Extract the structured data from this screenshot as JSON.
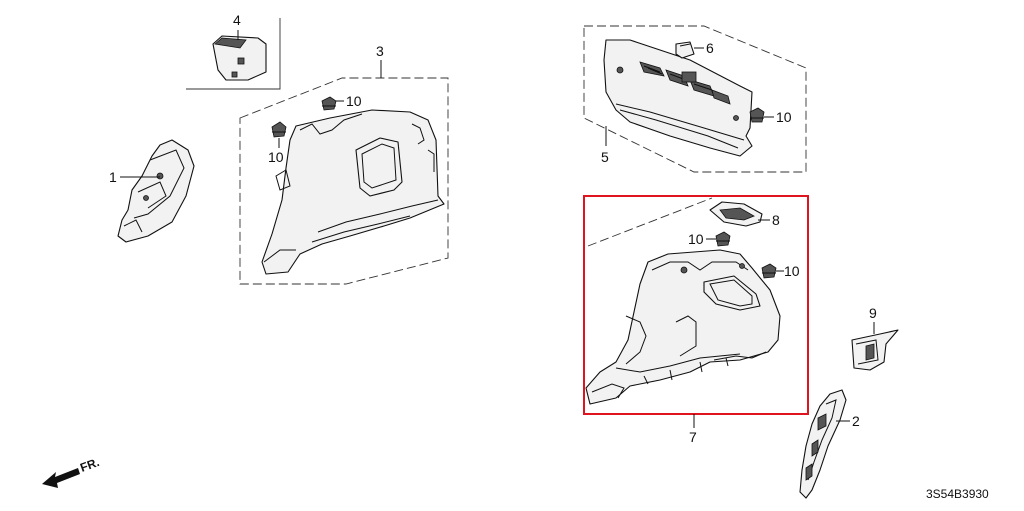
{
  "callouts": {
    "p1": "1",
    "p2": "2",
    "p3": "3",
    "p4": "4",
    "p5": "5",
    "p6": "6",
    "p7": "7",
    "p8": "8",
    "p9": "9",
    "p10a": "10",
    "p10b": "10",
    "p10c": "10",
    "p10d": "10",
    "p10e": "10"
  },
  "direction_label": "FR.",
  "diagram_code": "3S54B3930",
  "colors": {
    "highlight": "#e0141e",
    "ink": "#111111"
  }
}
